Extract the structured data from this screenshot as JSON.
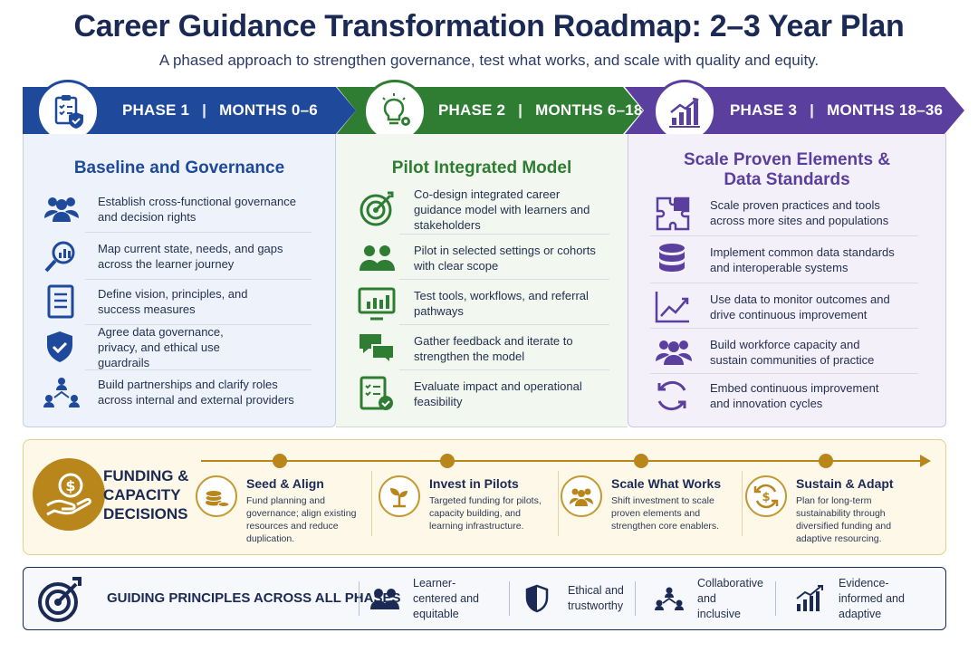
{
  "header": {
    "title": "Career Guidance Transformation Roadmap: 2–3 Year Plan",
    "subtitle": "A phased approach to strengthen governance, test what works, and scale with quality and equity."
  },
  "colors": {
    "phase1": "#1f4a9c",
    "phase2": "#2e7d32",
    "phase3": "#5b3f9e",
    "funding": "#b8861b",
    "navy": "#1b2a55"
  },
  "phases": [
    {
      "label": "PHASE 1",
      "months": "MONTHS 0–6",
      "icon": "clipboard-shield-icon",
      "title": "Baseline and Governance",
      "items": [
        {
          "icon": "people-group-icon",
          "text": "Establish cross-functional governance and decision rights"
        },
        {
          "icon": "magnifier-chart-icon",
          "text": "Map current state, needs, and gaps across the learner journey"
        },
        {
          "icon": "document-icon",
          "text": "Define vision, principles, and success measures"
        },
        {
          "icon": "shield-check-icon",
          "text": "Agree data governance, privacy, and ethical use guardrails"
        },
        {
          "icon": "network-people-icon",
          "text": "Build partnerships and clarify roles across internal and external providers"
        }
      ]
    },
    {
      "label": "PHASE 2",
      "months": "MONTHS 6–18",
      "icon": "lightbulb-gear-icon",
      "title": "Pilot Integrated Model",
      "items": [
        {
          "icon": "target-arrow-icon",
          "text": "Co-design integrated career guidance model with learners and stakeholders"
        },
        {
          "icon": "people-pair-icon",
          "text": "Pilot in selected settings or cohorts with clear scope"
        },
        {
          "icon": "monitor-chart-icon",
          "text": "Test tools, workflows, and referral pathways"
        },
        {
          "icon": "speech-bubbles-icon",
          "text": "Gather feedback and iterate to strengthen the model"
        },
        {
          "icon": "checklist-icon",
          "text": "Evaluate impact and operational feasibility"
        }
      ]
    },
    {
      "label": "PHASE 3",
      "months": "MONTHS 18–36",
      "icon": "growth-chart-icon",
      "title": "Scale Proven Elements & Data Standards",
      "items": [
        {
          "icon": "puzzle-icon",
          "text": "Scale proven practices and tools across more sites and populations"
        },
        {
          "icon": "database-icon",
          "text": "Implement common data standards and interoperable systems"
        },
        {
          "icon": "line-chart-icon",
          "text": "Use data to monitor outcomes and drive continuous improvement"
        },
        {
          "icon": "people-group-icon",
          "text": "Build workforce capacity and sustain communities of practice"
        },
        {
          "icon": "cycle-arrows-icon",
          "text": "Embed continuous improvement and innovation cycles"
        }
      ]
    }
  ],
  "funding": {
    "title": "FUNDING & CAPACITY DECISIONS",
    "icon": "hand-coin-icon",
    "stages": [
      {
        "icon": "coin-stack-icon",
        "name": "Seed & Align",
        "desc": "Fund planning and governance; align existing resources and reduce duplication."
      },
      {
        "icon": "seedling-icon",
        "name": "Invest in Pilots",
        "desc": "Targeted funding for pilots, capacity building, and learning infrastructure."
      },
      {
        "icon": "people-trio-icon",
        "name": "Scale What Works",
        "desc": "Shift investment to scale proven elements and strengthen core enablers."
      },
      {
        "icon": "cycle-dollar-icon",
        "name": "Sustain & Adapt",
        "desc": "Plan for long-term sustainability through diversified funding and adaptive resourcing."
      }
    ]
  },
  "principles": {
    "title": "GUIDING PRINCIPLES ACROSS ALL PHASES",
    "icon": "target-arrow-icon",
    "items": [
      {
        "icon": "people-pair-icon",
        "text": "Learner-centered and equitable"
      },
      {
        "icon": "shield-icon",
        "text": "Ethical and trustworthy"
      },
      {
        "icon": "network-people-icon",
        "text": "Collaborative and inclusive"
      },
      {
        "icon": "bar-chart-arrow-icon",
        "text": "Evidence-informed and adaptive"
      }
    ]
  }
}
